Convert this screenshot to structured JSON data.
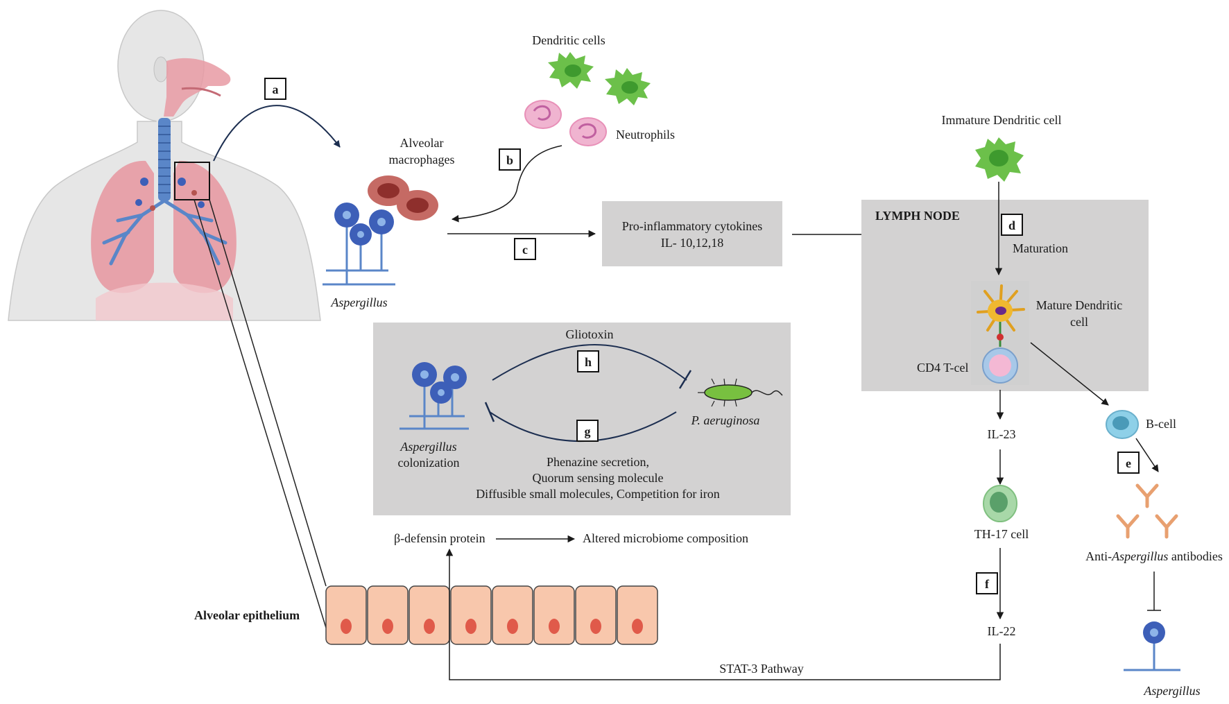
{
  "steps": {
    "a": "a",
    "b": "b",
    "c": "c",
    "d": "d",
    "e": "e",
    "f": "f",
    "g": "g",
    "h": "h"
  },
  "labels": {
    "dendritic_cells": "Dendritic cells",
    "neutrophils": "Neutrophils",
    "alveolar_line1": "Alveolar",
    "alveolar_line2": "macrophages",
    "aspergillus": "Aspergillus",
    "cytokines_line1": "Pro-inflammatory cytokines",
    "cytokines_line2": "IL- 10,12,18",
    "lymph_node": "LYMPH NODE",
    "immature_dc": "Immature Dendritic cell",
    "maturation": "Maturation",
    "mature_dc_line1": "Mature Dendritic",
    "mature_dc_line2": "cell",
    "cd4": "CD4 T-cel",
    "il23": "IL-23",
    "th17": "TH-17 cell",
    "il22": "IL-22",
    "bcell": "B-cell",
    "antibodies_prefix": "Anti-",
    "antibodies_italic": "Aspergillus",
    "antibodies_suffix": " antibodies",
    "aspergillus_bottom": "Aspergillus",
    "gliotoxin": "Gliotoxin",
    "asp_colonization_line1": "Aspergillus",
    "asp_colonization_line2": "colonization",
    "p_aeruginosa": "P. aeruginosa",
    "phenazine_line1": "Phenazine secretion,",
    "phenazine_line2": "Quorum sensing molecule",
    "phenazine_line3": "Diffusible small molecules, Competition for iron",
    "beta_defensin": "β-defensin protein",
    "microbiome": "Altered microbiome composition",
    "alveolar_epithelium": "Alveolar epithelium",
    "stat3": "STAT-3 Pathway"
  },
  "colors": {
    "box_gray": "#d3d2d2",
    "dendritic_green": "#6cc04a",
    "neutrophil_pink": "#f0b4d0",
    "macrophage_red": "#b5544f",
    "fungus_blue": "#3d5fb8",
    "epithelium_fill": "#f8c7ac",
    "nucleus_red": "#e05a4a",
    "antibody_orange": "#e8a070",
    "bacterium_green": "#78c040",
    "lung_pink": "#e79aa3",
    "body_gray": "#e6e6e6",
    "arrow_navy": "#1c2e50"
  }
}
